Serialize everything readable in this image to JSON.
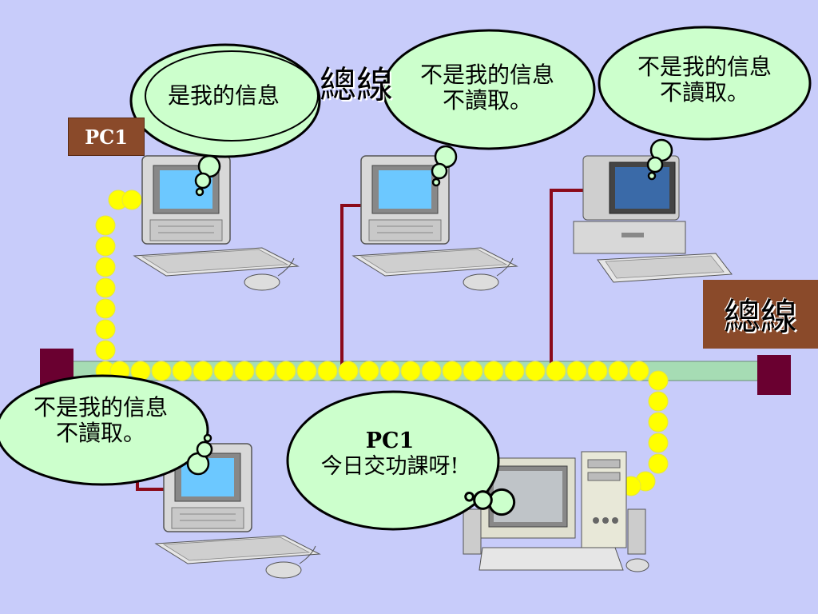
{
  "slide": {
    "background": "#c8ccfa",
    "accent_brown": "#8a4a2a",
    "bubble_fill": "#ccffcc",
    "bus_color": "#a6dcb4",
    "wire_color": "#8b0a1a",
    "signal_color": "#ffff00",
    "terminator_color": "#6a0030"
  },
  "labels": {
    "pc1": "PC1",
    "bus": "總線",
    "bus_behind": "總線"
  },
  "bubbles": {
    "pc1_msg": {
      "line1": "是我的信息",
      "line2": ""
    },
    "pc2_msg": {
      "line1": "不是我的信息",
      "line2": "不讀取。"
    },
    "pc3_msg": {
      "line1": "不是我的信息",
      "line2": "不讀取。"
    },
    "pc4_msg": {
      "line1": "不是我的信息",
      "line2": "不讀取。"
    },
    "sender_msg": {
      "line1": "PC1",
      "line2": "今日交功課呀!"
    }
  },
  "icons": {
    "computer": "computer-icon",
    "thought": "thought-bubble-icon"
  }
}
